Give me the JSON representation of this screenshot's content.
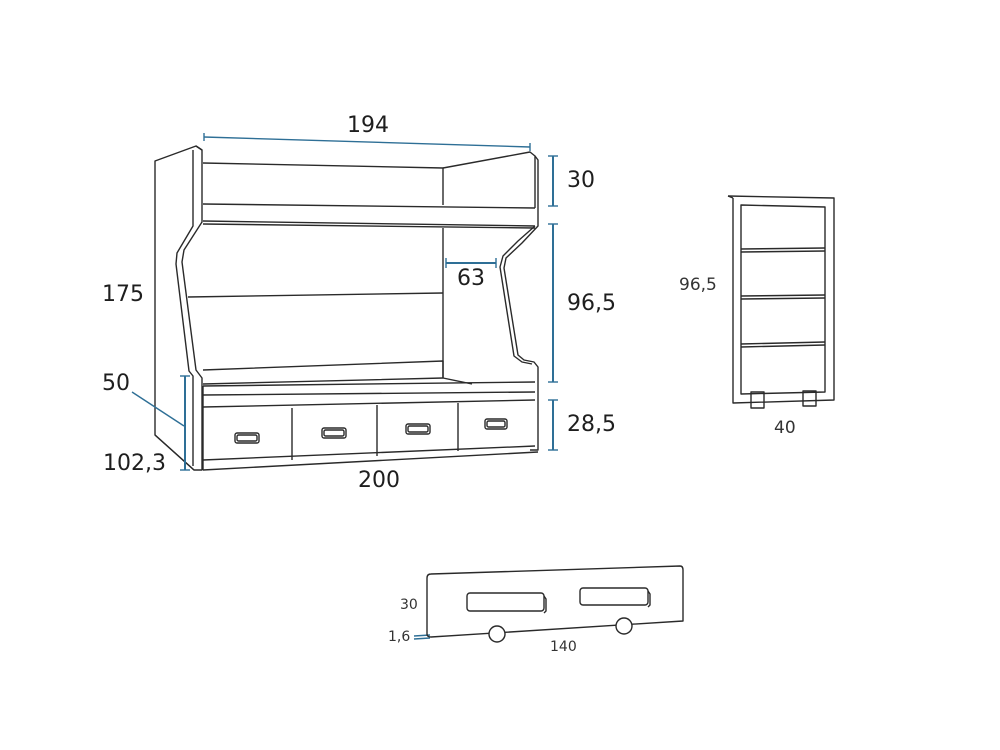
{
  "diagram": {
    "type": "furniture-technical-drawing",
    "colors": {
      "outline": "#2a2a2a",
      "dimension": "#2e6f96",
      "background": "#ffffff"
    },
    "bed_unit": {
      "name": "trundle-bunk-bed",
      "dimensions": {
        "top_width": "194",
        "total_height": "175",
        "top_rail_height": "30",
        "bunk_clearance": "96,5",
        "ladder_gap": "63",
        "drawer_height": "28,5",
        "side_height": "50",
        "depth": "102,3",
        "bottom_width": "200"
      },
      "drawer_count": 4
    },
    "ladder_shelf": {
      "name": "ladder-bookcase",
      "dimensions": {
        "height": "96,5",
        "width": "40"
      },
      "shelf_count": 4
    },
    "guard_rail": {
      "name": "safety-rail-panel",
      "dimensions": {
        "height": "30",
        "thickness": "1,6",
        "length": "140"
      },
      "handle_slots": 2,
      "pegs": 2
    }
  }
}
